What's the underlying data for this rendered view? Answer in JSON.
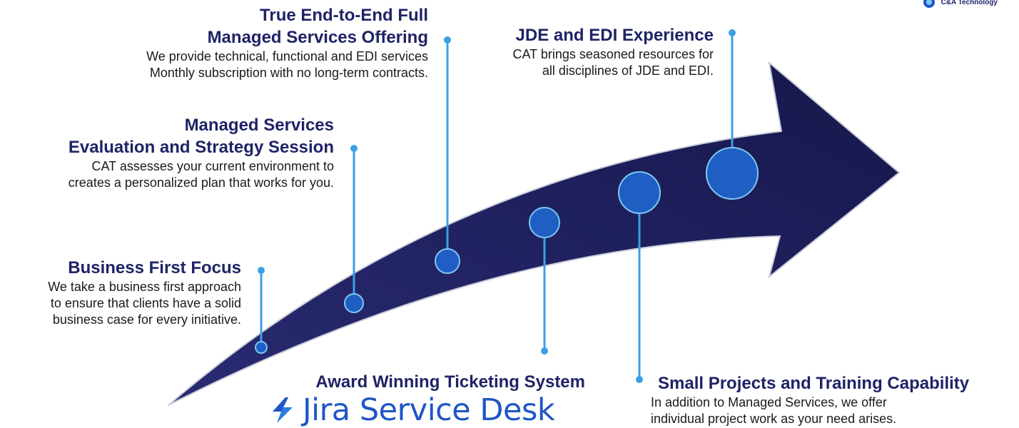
{
  "milestones": {
    "offering": {
      "title_lines": [
        "True End-to-End Full",
        "Managed Services Offering"
      ],
      "desc_lines": [
        "We provide technical, functional and EDI services",
        "Monthly subscription with no long-term contracts."
      ]
    },
    "jde": {
      "title_lines": [
        "JDE and EDI Experience"
      ],
      "desc_lines": [
        "CAT brings seasoned resources for",
        "all disciplines of JDE and EDI."
      ]
    },
    "strategy": {
      "title_lines": [
        "Managed Services",
        "Evaluation and Strategy Session"
      ],
      "desc_lines": [
        "CAT assesses your current environment to",
        "creates a personalized plan that works for you."
      ]
    },
    "business": {
      "title_lines": [
        "Business First Focus"
      ],
      "desc_lines": [
        "We take a business first approach",
        "to ensure that clients have a solid",
        "business case for every initiative."
      ]
    },
    "jira": {
      "title_lines": [
        "Award Winning Ticketing System"
      ],
      "logo_text": "Jira Service Desk"
    },
    "projects": {
      "title_lines": [
        "Small Projects and Training Capability"
      ],
      "desc_lines": [
        "In addition to Managed Services, we offer",
        "individual project work as your need arises."
      ]
    }
  },
  "brand": {
    "corner_text": "C&A Technology"
  },
  "colors": {
    "arrow_fill": "#1e1f5c",
    "node_fill": "#1f5fc4",
    "node_stroke": "#7ec8f2",
    "connector": "#3aa0e6",
    "title": "#1f2366",
    "jira_blue": "#1f56c6"
  }
}
